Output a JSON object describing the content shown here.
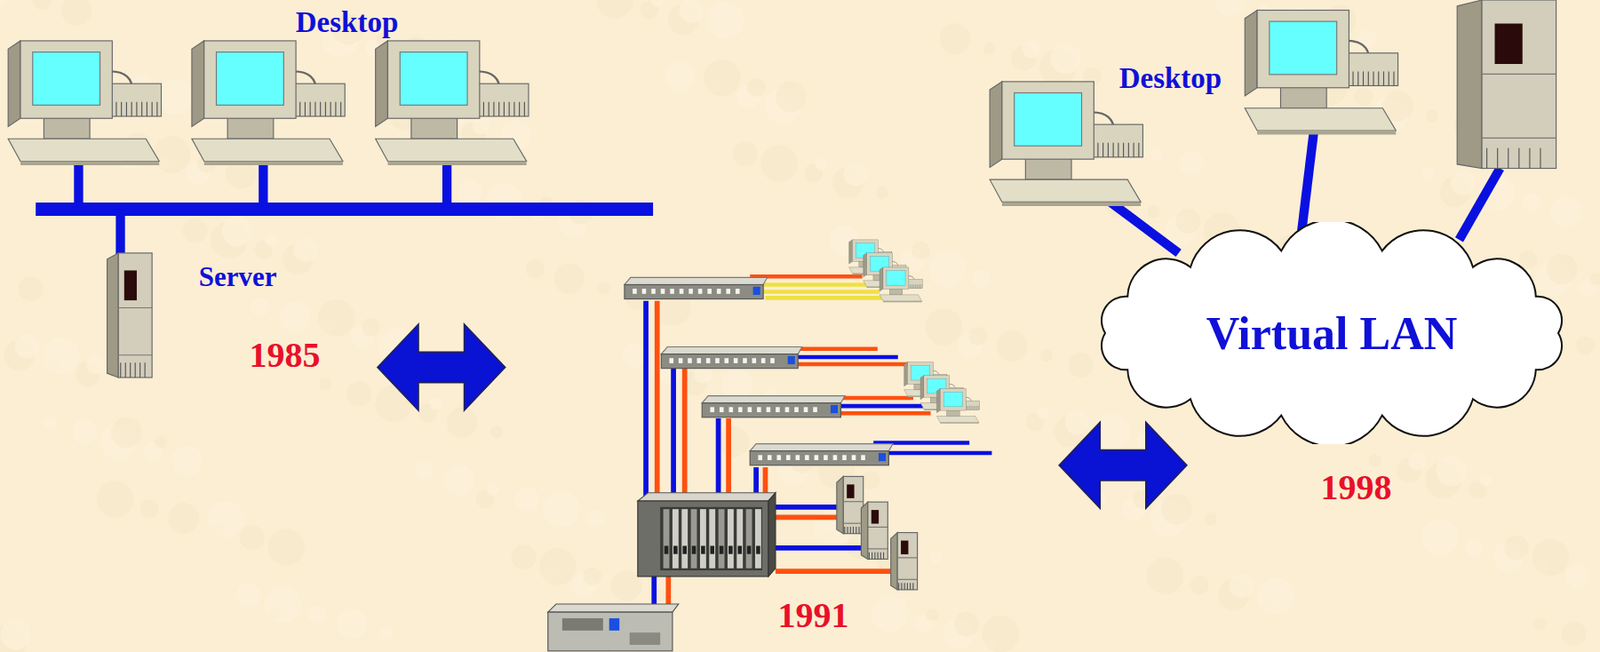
{
  "diagram": {
    "nodes": [
      {
        "text": [
          "Virtual LAN"
        ]
      }
    ],
    "labels": [
      "Desktop",
      "Server",
      "1985",
      "1991",
      "Desktop",
      "1998"
    ]
  }
}
